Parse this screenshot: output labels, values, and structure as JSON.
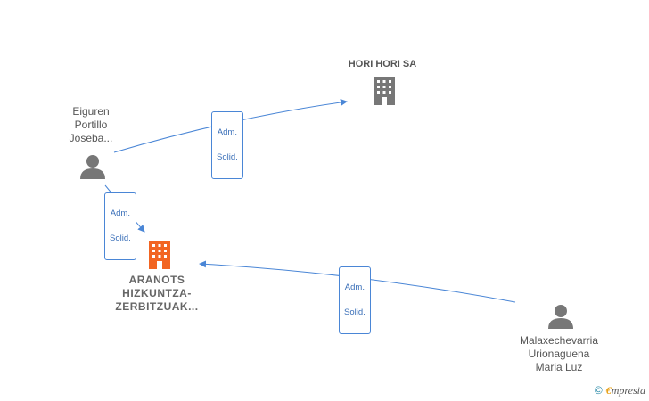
{
  "nodes": {
    "hori": {
      "label": "HORI HORI SA"
    },
    "eiguren": {
      "lines": [
        "Eiguren",
        "Portillo",
        "Joseba..."
      ]
    },
    "aranots": {
      "lines": [
        "ARANOTS",
        "HIZKUNTZA-",
        "ZERBITZUAK..."
      ]
    },
    "malaxe": {
      "lines": [
        "Malaxechevarria",
        "Urionaguena",
        "Maria Luz"
      ]
    }
  },
  "edges": {
    "e1": {
      "line1": "Adm.",
      "line2": "Solid."
    },
    "e2": {
      "line1": "Adm.",
      "line2": "Solid."
    },
    "e3": {
      "line1": "Adm.",
      "line2": "Solid."
    }
  },
  "brand": {
    "copyright": "©",
    "initial": "€",
    "name": "mpresia"
  },
  "colors": {
    "edge": "#4a86d6",
    "company_gray": "#777777",
    "company_main": "#f26522",
    "person": "#777777"
  }
}
